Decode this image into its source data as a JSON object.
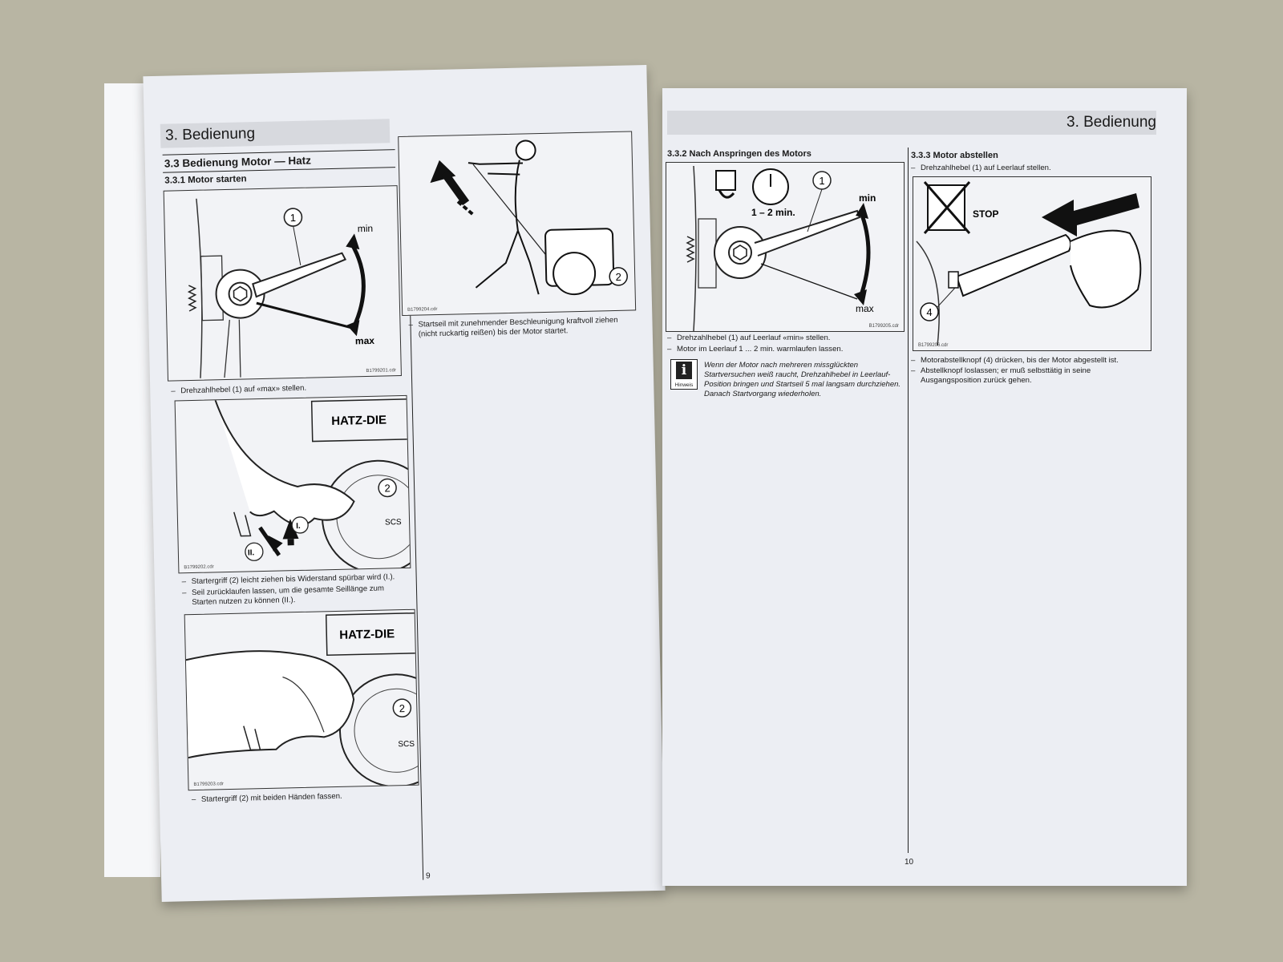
{
  "left_page": {
    "header": "3. Bedienung",
    "section_title": "3.3 Bedienung Motor — Hatz",
    "subsection_title": "3.3.1 Motor starten",
    "fig1": {
      "id": "B1799201.cdr",
      "callout": "1",
      "min_label": "min",
      "max_label": "max"
    },
    "step1": "Drehzahlhebel (1) auf «max» stellen.",
    "fig2": {
      "id": "B1799202.cdr",
      "brand": "HATZ-DIE",
      "callout": "2",
      "mark_1": "I.",
      "mark_2": "II.",
      "scs": "SCS"
    },
    "step2a": "Startergriff (2) leicht ziehen bis Widerstand spürbar wird (I.).",
    "step2b": "Seil zurücklaufen lassen, um die gesamte Seillänge zum Starten nutzen zu können (II.).",
    "fig3": {
      "id": "B1799203.cdr",
      "brand": "HATZ-DIE",
      "callout": "2",
      "scs": "SCS"
    },
    "step3": "Startergriff (2) mit beiden Händen fassen.",
    "fig4": {
      "id": "B1799204.cdr",
      "callout": "2"
    },
    "step4": "Startseil mit zunehmender Beschleunigung kraftvoll ziehen (nicht ruckartig reißen) bis der Motor startet.",
    "page_number": "9"
  },
  "right_page": {
    "header": "3. Bedienung",
    "section_332": "3.3.2 Nach Anspringen des Motors",
    "fig5": {
      "id": "B1799205.cdr",
      "callout": "1",
      "duration": "1 – 2 min.",
      "min_label": "min",
      "max_label": "max"
    },
    "step5a": "Drehzahlhebel (1) auf Leerlauf «min» stellen.",
    "step5b": "Motor im Leerlauf 1 ... 2 min. warmlaufen lassen.",
    "hint_label": "Hinweis",
    "hint_text": "Wenn der Motor nach mehreren missglückten Startversuchen weiß raucht, Drehzahlhebel in Leerlauf-Position bringen und Startseil 5 mal langsam durchziehen. Danach Startvorgang wiederholen.",
    "section_333": "3.3.3 Motor abstellen",
    "step6": "Drehzahlhebel (1) auf Leerlauf stellen.",
    "fig6": {
      "id": "B1799206.cdr",
      "stop_label": "STOP",
      "callout": "4"
    },
    "step7a": "Motorabstellknopf (4) drücken, bis der Motor abgestellt ist.",
    "step7b": "Abstellknopf loslassen; er muß selbsttätig in seine Ausgangsposition zurück gehen.",
    "page_number": "10"
  }
}
